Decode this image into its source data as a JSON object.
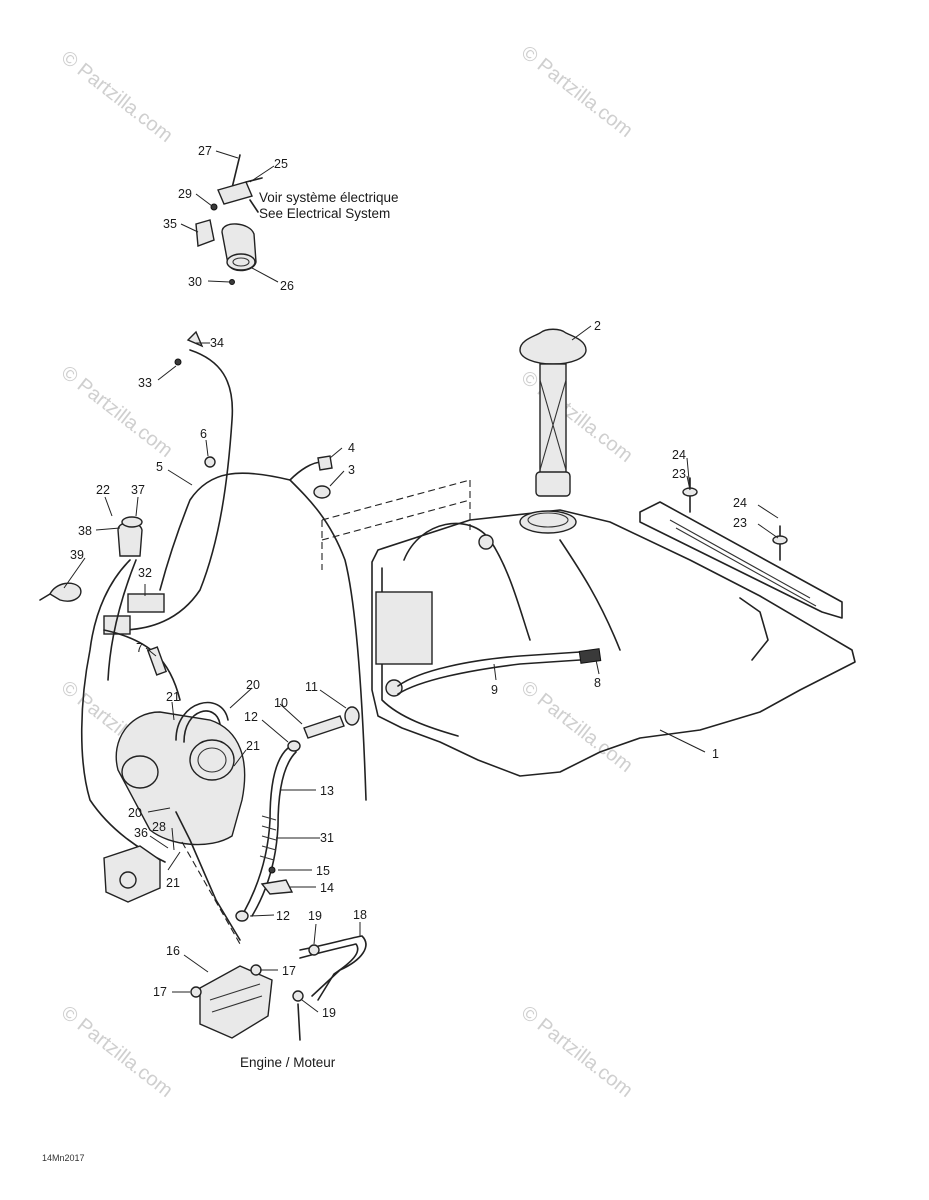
{
  "notes": {
    "electrical_fr": "Voir système électrique",
    "electrical_en": "See Electrical System",
    "engine": "Engine / Moteur"
  },
  "diagram_code": "14Mn2017",
  "watermark": "© Partzilla.com",
  "callouts": {
    "c1": "1",
    "c2": "2",
    "c3": "3",
    "c4": "4",
    "c5": "5",
    "c6": "6",
    "c7": "7",
    "c8": "8",
    "c9": "9",
    "c10": "10",
    "c11": "11",
    "c12a": "12",
    "c12b": "12",
    "c13": "13",
    "c14": "14",
    "c15": "15",
    "c16": "16",
    "c17a": "17",
    "c17b": "17",
    "c18": "18",
    "c19a": "19",
    "c19b": "19",
    "c20a": "20",
    "c20b": "20",
    "c21a": "21",
    "c21b": "21",
    "c21c": "21",
    "c22": "22",
    "c23a": "23",
    "c23b": "23",
    "c24a": "24",
    "c24b": "24",
    "c25": "25",
    "c26": "26",
    "c27": "27",
    "c28": "28",
    "c29": "29",
    "c30": "30",
    "c31": "31",
    "c32": "32",
    "c33": "33",
    "c34": "34",
    "c35": "35",
    "c36": "36",
    "c37": "37",
    "c38": "38",
    "c39": "39"
  }
}
